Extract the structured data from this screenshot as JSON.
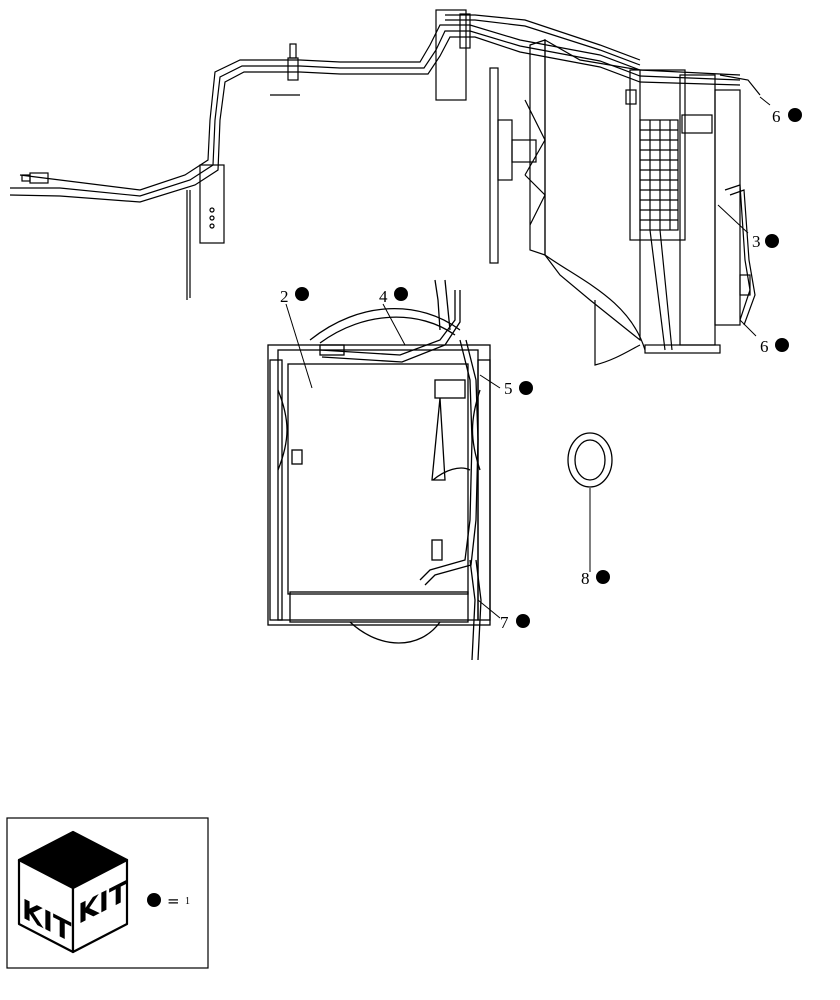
{
  "callouts": [
    {
      "id": "3",
      "text": "3"
    },
    {
      "id": "6a",
      "text": "6"
    },
    {
      "id": "6b",
      "text": "6"
    },
    {
      "id": "2",
      "text": "2"
    },
    {
      "id": "4",
      "text": "4"
    },
    {
      "id": "5",
      "text": "5"
    },
    {
      "id": "7",
      "text": "7"
    },
    {
      "id": "8",
      "text": "8"
    }
  ],
  "legend": {
    "kit_label_left": "KIT",
    "kit_label_right": "KIT",
    "equals": "=",
    "quantity": "1"
  },
  "colors": {
    "line": "#000000",
    "background": "#ffffff"
  }
}
